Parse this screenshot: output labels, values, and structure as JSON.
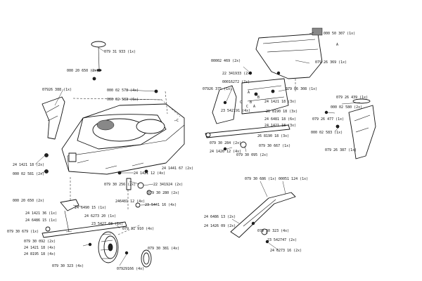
{
  "parts": [
    {
      "key": "p01",
      "number": "079 31 933 (1x)"
    },
    {
      "key": "p02",
      "number": "000 20 650  (2x)"
    },
    {
      "key": "p03",
      "number": "07926 388 (1x)"
    },
    {
      "key": "p04",
      "number": "000 02 578  (4x)"
    },
    {
      "key": "p05",
      "number": "000 02 583  (6x)"
    },
    {
      "key": "p06",
      "number": "24 1421 18 (2x)"
    },
    {
      "key": "p07",
      "number": "000 02 581 (2x)"
    },
    {
      "key": "p08",
      "number": "24 1441 67  (2x)"
    },
    {
      "key": "p09",
      "number": "24 1421 12  (4x)"
    },
    {
      "key": "p10",
      "number": "079 30 256  (2x)"
    },
    {
      "key": "p11",
      "number": "22 341924  (2x)"
    },
    {
      "key": "p12",
      "number": "079 30 280  (2x)"
    },
    {
      "key": "p13",
      "number": "246481 12 (4x)"
    },
    {
      "key": "p14",
      "number": "23 5441 16  (4x)"
    },
    {
      "key": "p15",
      "number": "000 20 650  (2x)"
    },
    {
      "key": "p16",
      "number": "24 6490 15  (1x)"
    },
    {
      "key": "p17",
      "number": "24 1421 36 (1x)"
    },
    {
      "key": "p18",
      "number": "24 6486 15 (1x)"
    },
    {
      "key": "p19",
      "number": "24 6273 20 (1x)"
    },
    {
      "key": "p20",
      "number": "23 5427 68  (1x)"
    },
    {
      "key": "p21",
      "number": "079 30 679  (1x)"
    },
    {
      "key": "p22",
      "number": "079 30 092  (2x)"
    },
    {
      "key": "p23",
      "number": "24 1421 18  (4x)"
    },
    {
      "key": "p24",
      "number": "24 8195 18  (4x)"
    },
    {
      "key": "p25",
      "number": "079 31 910  (4x)"
    },
    {
      "key": "p26",
      "number": "079 30 381 (4x)"
    },
    {
      "key": "p27",
      "number": "07929166 (4x)"
    },
    {
      "key": "p28",
      "number": "079 30 323 (4x)"
    },
    {
      "key": "p29",
      "number": "000 50 307  (1x)"
    },
    {
      "key": "p30",
      "number": "079 26 369  (1x)"
    },
    {
      "key": "p31",
      "number": "00002 469  (2x)"
    },
    {
      "key": "p32",
      "number": "22 341933  (2x)"
    },
    {
      "key": "p33",
      "number": "00016272 (2x)"
    },
    {
      "key": "p34",
      "number": "07926 375  (1x)"
    },
    {
      "key": "p35",
      "number": "079 06 308  (1x)"
    },
    {
      "key": "p36",
      "number": "23 542191 (4x)"
    },
    {
      "key": "p37",
      "number": "24 1421 18  (3x)"
    },
    {
      "key": "p38",
      "number": "26 8190 18 (3x)"
    },
    {
      "key": "p39",
      "number": "24 6481 18 (6x)"
    },
    {
      "key": "p40",
      "number": "24 1421 18 (3x)"
    },
    {
      "key": "p41",
      "number": "26 8190 18 (3x)"
    },
    {
      "key": "p42",
      "number": "079 30 284  (2x)"
    },
    {
      "key": "p43",
      "number": "24 1426 12  (4x)"
    },
    {
      "key": "p44",
      "number": "079 30 095  (2x)"
    },
    {
      "key": "p45",
      "number": "079 30 667  (1x)"
    },
    {
      "key": "p46",
      "number": "079 26 439  (1x)"
    },
    {
      "key": "p47",
      "number": "000 02 580  (2x)"
    },
    {
      "key": "p48",
      "number": "079 26 477 (1x)"
    },
    {
      "key": "p49",
      "number": "000 02 583 (1x)"
    },
    {
      "key": "p50",
      "number": "079 26 387 (1x)"
    },
    {
      "key": "p51",
      "number": "079 30 686  (1x)"
    },
    {
      "key": "p52",
      "number": "00051 124  (1x)"
    },
    {
      "key": "p53",
      "number": "24 6486 13  (2x)"
    },
    {
      "key": "p54",
      "number": "24 1426 09  (2x)"
    },
    {
      "key": "p55",
      "number": "079 30 323 (4x)"
    },
    {
      "key": "p56",
      "number": "23 542747  (2x)"
    },
    {
      "key": "p57",
      "number": "24 6273 16  (2x)"
    }
  ],
  "markers": {
    "a1": "A",
    "a2": "A",
    "a3": "A",
    "b1": "B",
    "b2": "B",
    "c1": "C",
    "c2": "C",
    "c3": "C",
    "c_arrow": "←C"
  }
}
